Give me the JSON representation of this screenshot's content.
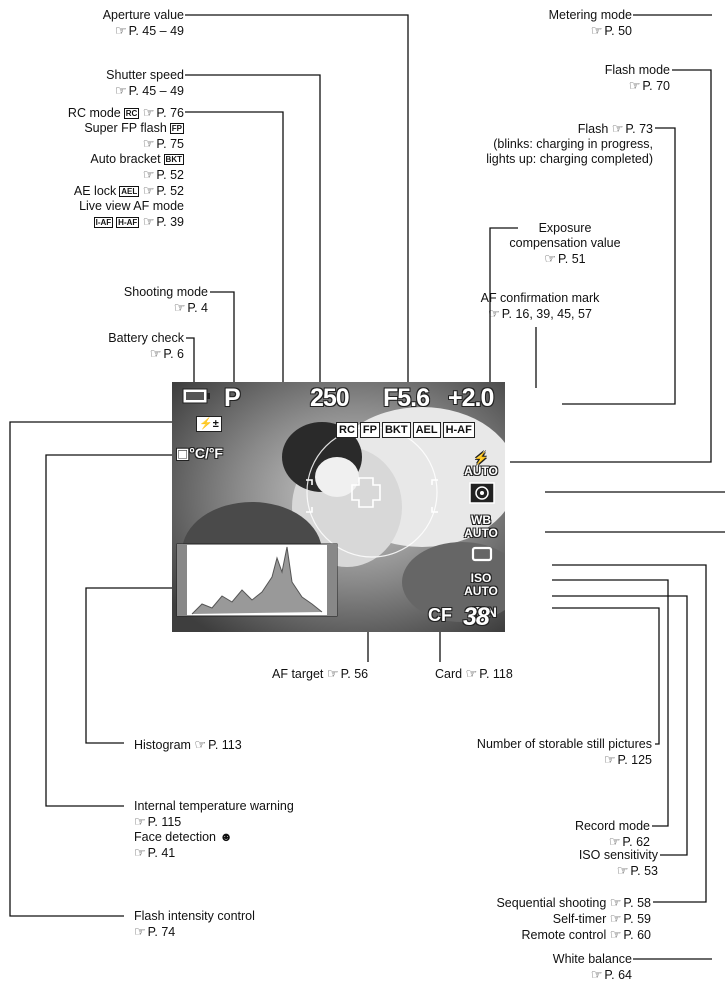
{
  "labels": {
    "aperture_value": "Aperture value",
    "aperture_ref": "P. 45 – 49",
    "shutter_speed": "Shutter speed",
    "shutter_ref": "P. 45 – 49",
    "rc_mode": "RC mode",
    "rc_tag": "RC",
    "rc_ref": "P. 76",
    "super_fp_flash": "Super FP flash",
    "fp_tag": "FP",
    "super_fp_ref": "P. 75",
    "auto_bracket": "Auto bracket",
    "bkt_tag": "BKT",
    "auto_bracket_ref": "P. 52",
    "ae_lock": "AE lock",
    "ael_tag": "AEL",
    "ae_lock_ref": "P. 52",
    "live_view_af_mode": "Live view AF mode",
    "iaf_tag": "I-AF",
    "haf_tag": "H-AF",
    "live_view_ref": "P. 39",
    "shooting_mode": "Shooting mode",
    "shooting_mode_ref": "P. 4",
    "battery_check": "Battery check",
    "battery_ref": "P. 6",
    "metering_mode": "Metering mode",
    "metering_ref": "P. 50",
    "flash_mode": "Flash mode",
    "flash_mode_ref": "P. 70",
    "flash": "Flash",
    "flash_ref": "P. 73",
    "flash_note_1": "(blinks: charging in progress,",
    "flash_note_2": "lights up: charging completed)",
    "exposure_comp_1": "Exposure",
    "exposure_comp_2": "compensation value",
    "exposure_comp_ref": "P. 51",
    "af_confirmation": "AF confirmation mark",
    "af_confirmation_ref": "P. 16, 39, 45,  57",
    "af_target": "AF target",
    "af_target_ref": "P. 56",
    "card": "Card",
    "card_ref": "P. 118",
    "histogram": "Histogram",
    "histogram_ref": "P. 113",
    "storable_pictures": "Number of storable still pictures",
    "storable_ref": "P. 125",
    "internal_temp": "Internal temperature warning",
    "internal_temp_ref": "P. 115",
    "face_detection": "Face detection",
    "face_detection_ref": "P. 41",
    "record_mode": "Record mode",
    "record_mode_ref": "P. 62",
    "iso_sensitivity": "ISO sensitivity",
    "iso_ref": "P. 53",
    "sequential_shooting": "Sequential shooting",
    "sequential_ref": "P. 58",
    "self_timer": "Self-timer",
    "self_timer_ref": "P. 59",
    "remote_control": "Remote control",
    "remote_ref": "P. 60",
    "flash_intensity": "Flash intensity control",
    "flash_intensity_ref": "P. 74",
    "white_balance": "White balance",
    "white_balance_ref": "P. 64"
  },
  "screen": {
    "shooting_mode_value": "P",
    "shutter_value": "250",
    "aperture_value": "F5.6",
    "exposure_comp_value": "+2.0",
    "rc_badge": "RC",
    "fp_badge": "FP",
    "bkt_badge": "BKT",
    "ael_badge": "AEL",
    "haf_badge": "H-AF",
    "temp_unit": "°C/°F",
    "flash_auto": "AUTO",
    "wb_label": "WB",
    "wb_value": "AUTO",
    "iso_label": "ISO",
    "iso_value": "AUTO",
    "record_mode_value": "N",
    "card_value": "CF",
    "storable_count": "38"
  },
  "icons": [
    "pointing-hand-reference-icon",
    "battery-icon",
    "flash-bolt-icon",
    "flash-intensity-icon",
    "temperature-warning-icon",
    "metering-icon",
    "sequential-shooting-icon",
    "face-detection-icon",
    "large-quality-icon"
  ]
}
